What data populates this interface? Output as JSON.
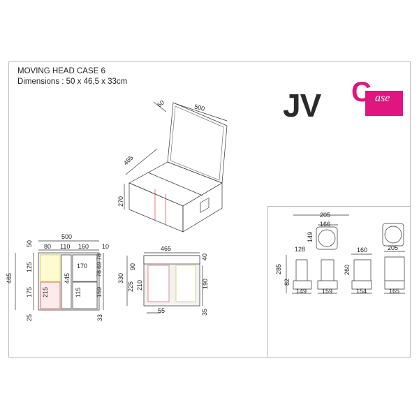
{
  "header": {
    "title": "MOVING HEAD CASE 6",
    "dimensions": "Dimensions : 50 x 46,5 x 33cm"
  },
  "logo": {
    "text": "JV",
    "c_letter": "C",
    "suffix": "ase",
    "brand_color": "#e0157f"
  },
  "perspective": {
    "lid_depth": "60",
    "width": "500",
    "depth": "465",
    "height": "270"
  },
  "top_view": {
    "width": "500",
    "c1": "80",
    "c2": "110",
    "c3": "160",
    "c4": "10",
    "top": "50",
    "upper": "125",
    "depth": "465",
    "lower": "175",
    "bottom": "25",
    "inner": "445",
    "right_upper": "170",
    "left_lower": "215",
    "right_lower": "115",
    "r1": "78",
    "r2": "69",
    "r3": "78",
    "r4": "159",
    "r5": "33"
  },
  "side_view": {
    "width": "465",
    "top": "40",
    "height": "330",
    "h1": "90",
    "h2": "225",
    "h3": "210",
    "h4": "190",
    "foot": "55",
    "bottom": "35"
  },
  "fixture": {
    "top_w": "205",
    "top_inner": "166",
    "top_d": "149",
    "head_w": "128",
    "height": "285",
    "base_h": "82",
    "base_w1": "149",
    "base_w2": "159",
    "side_w": "160",
    "side_h": "260",
    "side_base": "154",
    "back_top": "205",
    "back_base": "165"
  }
}
